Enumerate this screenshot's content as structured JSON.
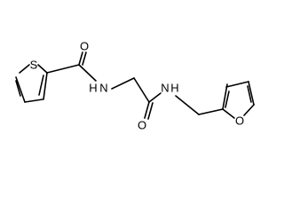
{
  "molecule": {
    "atoms": {
      "s1": "S",
      "o_amide1": "O",
      "n1": "N",
      "h1": "H",
      "o_amide2": "O",
      "n2": "N",
      "h2": "H",
      "o_furan": "O"
    }
  }
}
